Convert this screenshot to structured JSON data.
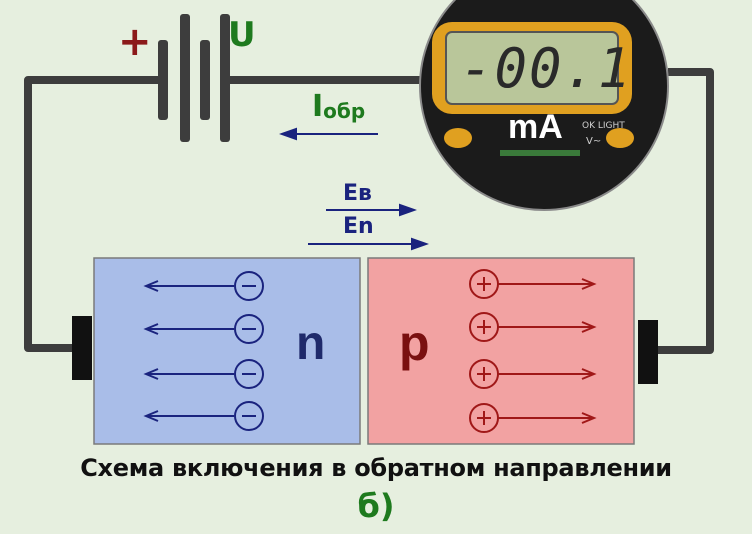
{
  "labels": {
    "polarity_plus": "+",
    "voltage": "U",
    "reverse_current_main": "I",
    "reverse_current_sub": "обр",
    "field_b": "Eв",
    "field_n": "En",
    "region_n": "n",
    "region_p": "p"
  },
  "meter": {
    "reading": "-00.1",
    "unit": "mA"
  },
  "caption": "Схема включения в обратном направлении",
  "sublabel": "б)",
  "colors": {
    "background": "#e6efdf",
    "n_region": "#a9bde8",
    "p_region": "#f2a2a2",
    "wire": "#3d3d3d",
    "arrow_blue": "#1a237e",
    "arrow_red": "#a01818",
    "label_green": "#1e7a1e"
  }
}
